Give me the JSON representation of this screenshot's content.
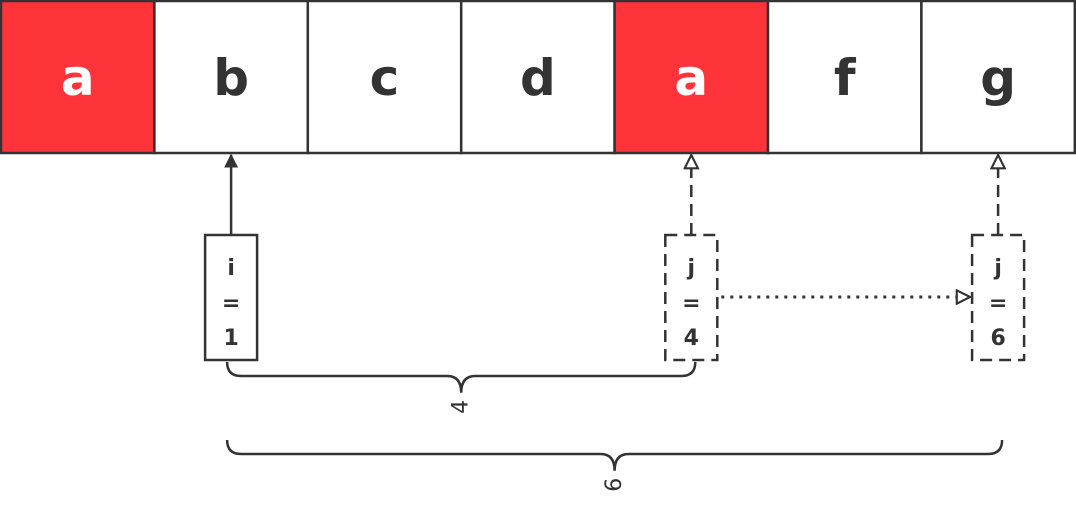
{
  "array": {
    "cells": [
      {
        "label": "a",
        "highlighted": true
      },
      {
        "label": "b",
        "highlighted": false
      },
      {
        "label": "c",
        "highlighted": false
      },
      {
        "label": "d",
        "highlighted": false
      },
      {
        "label": "a",
        "highlighted": true
      },
      {
        "label": "f",
        "highlighted": false
      },
      {
        "label": "g",
        "highlighted": false
      }
    ]
  },
  "pointers": [
    {
      "lines": [
        "i",
        "=",
        "1"
      ],
      "target_index": 1,
      "style": "solid"
    },
    {
      "lines": [
        "j",
        "=",
        "4"
      ],
      "target_index": 4,
      "style": "dashed"
    },
    {
      "lines": [
        "j",
        "=",
        "6"
      ],
      "target_index": 6,
      "style": "dashed"
    }
  ],
  "move_arrow": {
    "from_pointer": 1,
    "to_pointer": 2,
    "style": "dotted"
  },
  "braces": [
    {
      "label": "4",
      "from_pointer": 0,
      "to_pointer": 1
    },
    {
      "label": "6",
      "from_pointer": 0,
      "to_pointer": 2
    }
  ],
  "colors": {
    "highlight": "#FF333A",
    "highlight_text": "#FFFFFF",
    "cell_fill": "#FFFFFF",
    "text": "#333333",
    "stroke": "#333333"
  }
}
